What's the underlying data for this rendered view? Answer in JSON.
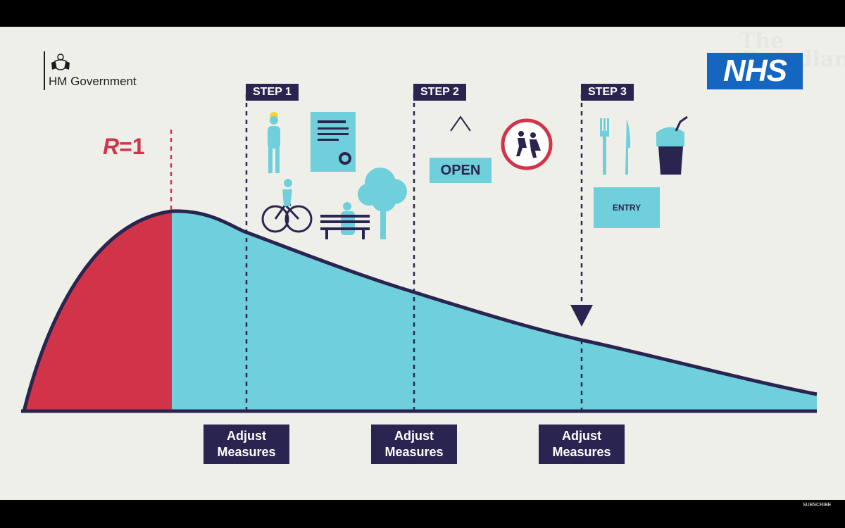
{
  "branding": {
    "government": "HM Government",
    "nhs": "NHS",
    "publisher_watermark": "The Guardian"
  },
  "colors": {
    "navy": "#2a2450",
    "cyan": "#6fd0db",
    "red": "#d13448",
    "background": "#efefea",
    "nhs_blue": "#1466c0"
  },
  "threshold": {
    "label_prefix": "R",
    "label_value": "=1"
  },
  "steps": [
    {
      "label": "STEP 1",
      "icons": [
        "person-icon",
        "certificate-icon",
        "cyclist-icon",
        "bench-icon",
        "tree-icon"
      ]
    },
    {
      "label": "STEP 2",
      "icons": [
        "open-sign-icon",
        "school-children-icon"
      ],
      "sign_text": "OPEN"
    },
    {
      "label": "STEP 3",
      "icons": [
        "fork-knife-icon",
        "drink-cup-icon",
        "entry-ticket-icon"
      ],
      "ticket_text": "ENTRY"
    }
  ],
  "adjust_boxes": [
    {
      "line1": "Adjust",
      "line2": "Measures"
    },
    {
      "line1": "Adjust",
      "line2": "Measures"
    },
    {
      "line1": "Adjust",
      "line2": "Measures"
    }
  ],
  "footer": {
    "subscribe": "SUBSCRIBE"
  }
}
